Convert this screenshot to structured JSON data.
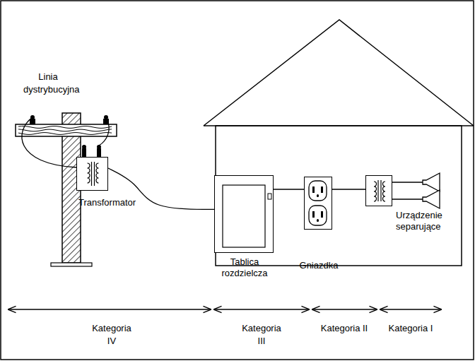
{
  "diagram": {
    "nodes": [
      {
        "text": [
          "Transformator"
        ]
      },
      {
        "text": [
          "Tablica rozdzielcza"
        ]
      },
      {
        "text": [
          "Gniazdka"
        ]
      },
      {
        "text": [
          "Urządzenie separujące"
        ]
      }
    ],
    "edges": [
      {
        "from": 0,
        "to": 1,
        "arrow": "none"
      },
      {
        "from": 1,
        "to": 2,
        "arrow": "none"
      },
      {
        "from": 2,
        "to": 3,
        "arrow": "none"
      }
    ],
    "labels": [
      "Linia dystrybucyjna",
      "Kategoria IV",
      "Kategoria III",
      "Kategoria II",
      "Kategoria I"
    ]
  }
}
